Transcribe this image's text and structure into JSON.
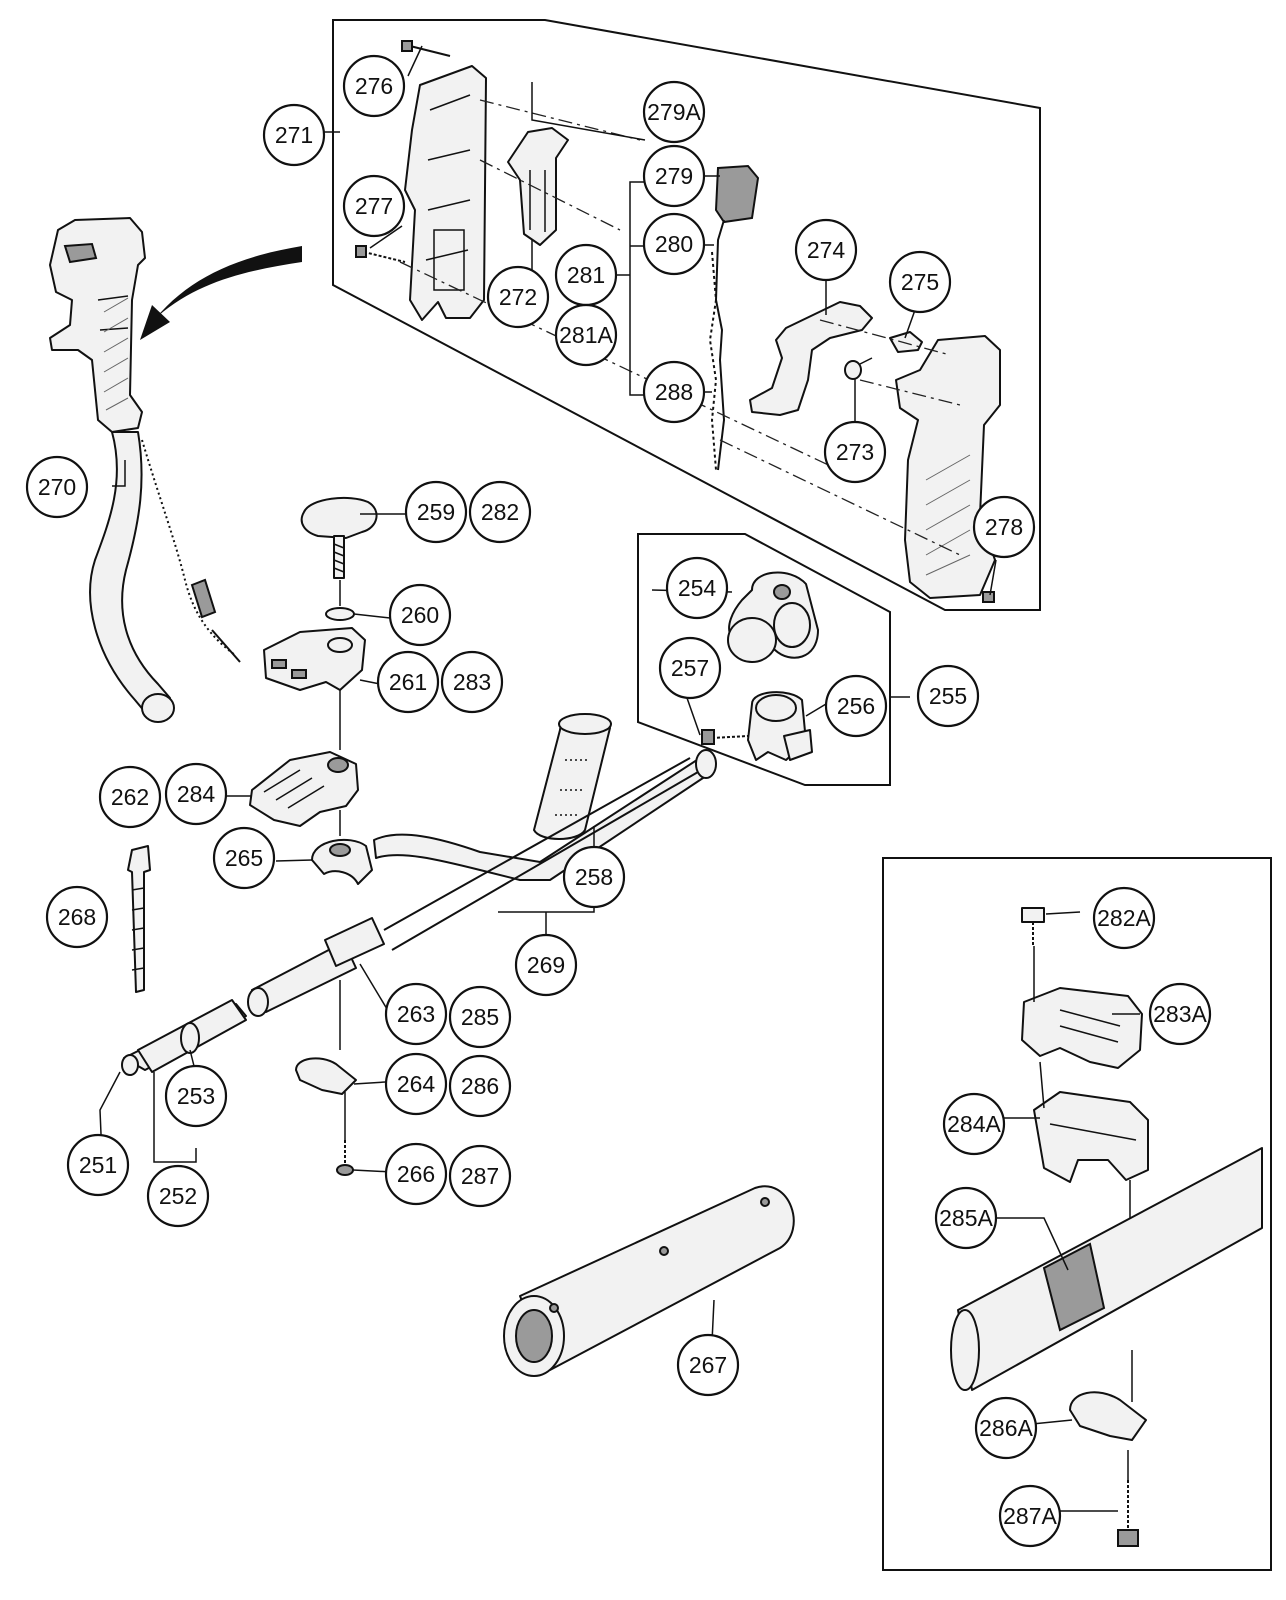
{
  "callouts": [
    {
      "id": "276",
      "label": "276"
    },
    {
      "id": "271",
      "label": "271"
    },
    {
      "id": "277",
      "label": "277"
    },
    {
      "id": "272",
      "label": "272"
    },
    {
      "id": "279A",
      "label": "279A"
    },
    {
      "id": "279",
      "label": "279"
    },
    {
      "id": "280",
      "label": "280"
    },
    {
      "id": "281",
      "label": "281"
    },
    {
      "id": "281A",
      "label": "281A"
    },
    {
      "id": "288",
      "label": "288"
    },
    {
      "id": "274",
      "label": "274"
    },
    {
      "id": "275",
      "label": "275"
    },
    {
      "id": "273",
      "label": "273"
    },
    {
      "id": "278",
      "label": "278"
    },
    {
      "id": "270",
      "label": "270"
    },
    {
      "id": "259",
      "label": "259"
    },
    {
      "id": "282",
      "label": "282"
    },
    {
      "id": "260",
      "label": "260"
    },
    {
      "id": "261",
      "label": "261"
    },
    {
      "id": "283",
      "label": "283"
    },
    {
      "id": "254",
      "label": "254"
    },
    {
      "id": "257",
      "label": "257"
    },
    {
      "id": "256",
      "label": "256"
    },
    {
      "id": "255",
      "label": "255"
    },
    {
      "id": "262",
      "label": "262"
    },
    {
      "id": "284",
      "label": "284"
    },
    {
      "id": "265",
      "label": "265"
    },
    {
      "id": "258",
      "label": "258"
    },
    {
      "id": "268",
      "label": "268"
    },
    {
      "id": "269",
      "label": "269"
    },
    {
      "id": "263",
      "label": "263"
    },
    {
      "id": "285",
      "label": "285"
    },
    {
      "id": "253",
      "label": "253"
    },
    {
      "id": "264",
      "label": "264"
    },
    {
      "id": "286",
      "label": "286"
    },
    {
      "id": "251",
      "label": "251"
    },
    {
      "id": "252",
      "label": "252"
    },
    {
      "id": "266",
      "label": "266"
    },
    {
      "id": "287",
      "label": "287"
    },
    {
      "id": "267",
      "label": "267"
    },
    {
      "id": "282A",
      "label": "282A"
    },
    {
      "id": "283A",
      "label": "283A"
    },
    {
      "id": "284A",
      "label": "284A"
    },
    {
      "id": "285A",
      "label": "285A"
    },
    {
      "id": "286A",
      "label": "286A"
    },
    {
      "id": "287A",
      "label": "287A"
    }
  ]
}
